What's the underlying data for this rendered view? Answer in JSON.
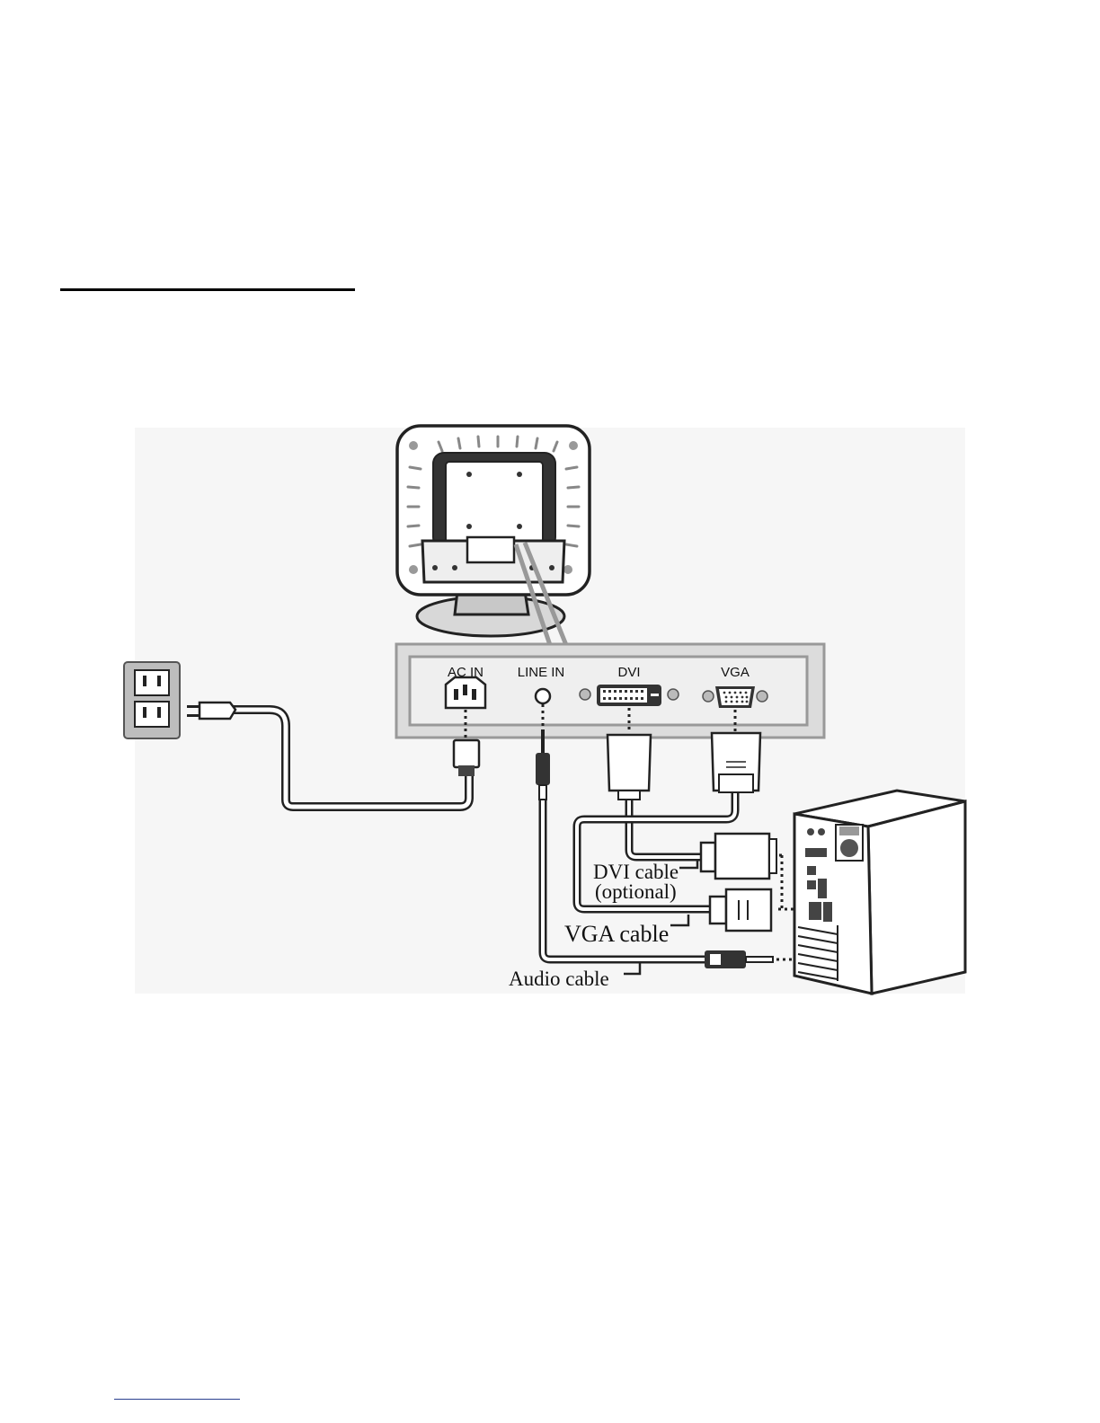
{
  "ports": {
    "ac_in": "AC IN",
    "line_in": "LINE IN",
    "dvi": "DVI",
    "vga": "VGA"
  },
  "cables": {
    "dvi_cable": "DVI cable",
    "dvi_optional": "(optional)",
    "vga_cable": "VGA cable",
    "audio_cable": "Audio cable"
  }
}
